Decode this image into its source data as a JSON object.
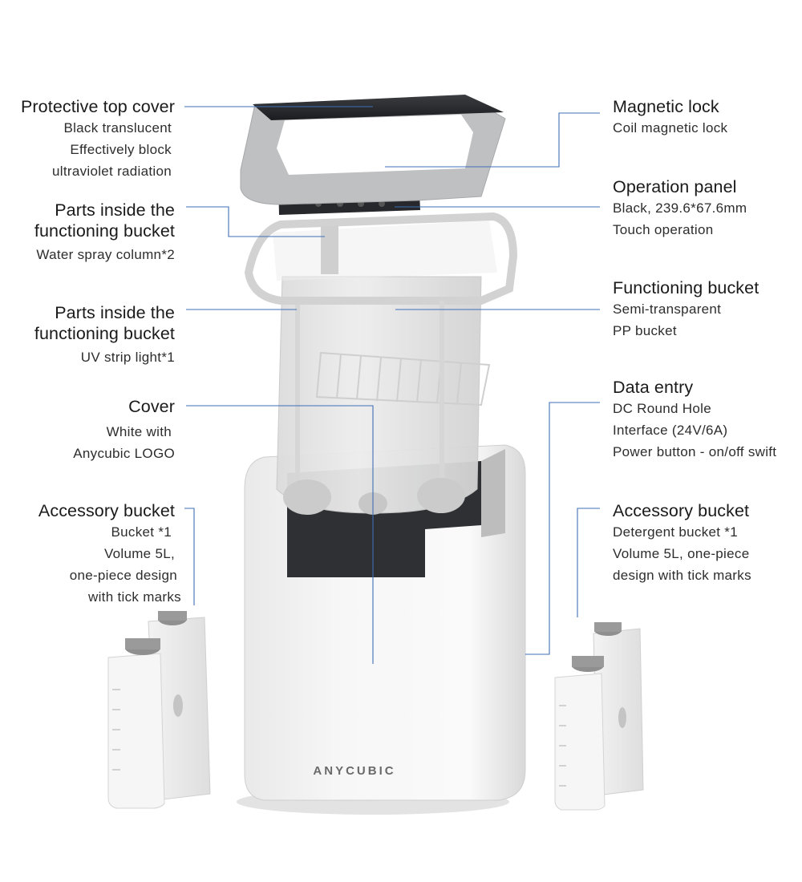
{
  "labels": {
    "protective_top_cover": {
      "title": "Protective top cover",
      "lines": [
        "Black translucent",
        "Effectively block",
        "ultraviolet radiation"
      ]
    },
    "parts_spray": {
      "title_lines": [
        "Parts inside the",
        "functioning bucket"
      ],
      "lines": [
        "Water spray column*2"
      ]
    },
    "parts_uv": {
      "title_lines": [
        "Parts inside the",
        "functioning bucket"
      ],
      "lines": [
        "UV strip light*1"
      ]
    },
    "cover": {
      "title": "Cover",
      "lines": [
        "White with",
        "Anycubic LOGO"
      ]
    },
    "accessory_bucket_left": {
      "title": "Accessory bucket",
      "lines": [
        "Bucket *1",
        "Volume 5L,",
        "one-piece design",
        "with tick marks"
      ]
    },
    "magnetic_lock": {
      "title": "Magnetic lock",
      "lines": [
        "Coil magnetic lock"
      ]
    },
    "operation_panel": {
      "title": "Operation panel",
      "lines": [
        "Black, 239.6*67.6mm",
        "Touch operation"
      ]
    },
    "functioning_bucket": {
      "title": "Functioning bucket",
      "lines": [
        "Semi-transparent",
        "PP bucket"
      ]
    },
    "data_entry": {
      "title": "Data entry",
      "lines": [
        "DC Round Hole",
        "Interface (24V/6A)",
        "Power button - on/off swift"
      ]
    },
    "accessory_bucket_right": {
      "title": "Accessory bucket",
      "lines": [
        "Detergent bucket *1",
        "Volume 5L, one-piece",
        "design with tick marks"
      ]
    }
  },
  "product": {
    "brand_logo": "ANYCUBIC"
  },
  "colors": {
    "leader_line": "#3f6fb5",
    "text": "#1f1f1f",
    "base_white": "#f4f4f4",
    "lid_dark": "#2b2d30",
    "panel_dark": "#25272a"
  }
}
